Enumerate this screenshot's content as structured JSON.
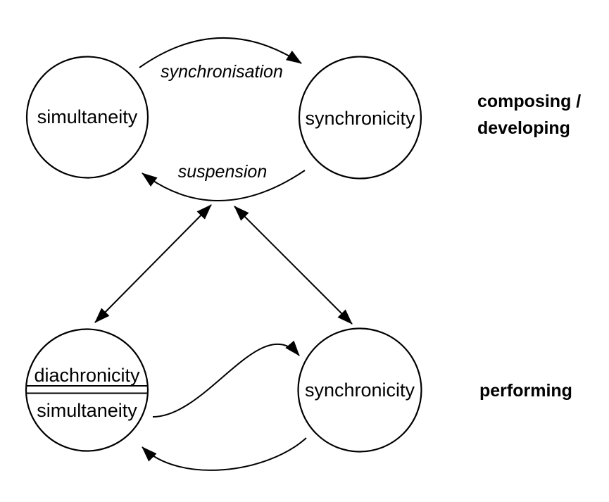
{
  "diagram": {
    "colors": {
      "ink": "#000000",
      "background": "#ffffff"
    },
    "nodes": {
      "top_left": {
        "label": "simultaneity"
      },
      "top_right": {
        "label": "synchronicity"
      },
      "bottom_left": {
        "top_label": "diachronicity",
        "bottom_label": "simultaneity"
      },
      "bottom_right": {
        "label": "synchronicity"
      }
    },
    "edge_labels": {
      "synchronisation": "synchronisation",
      "suspension": "suspension"
    },
    "section_labels": {
      "composing_line1": "composing /",
      "composing_line2": "developing",
      "performing": "performing"
    }
  }
}
